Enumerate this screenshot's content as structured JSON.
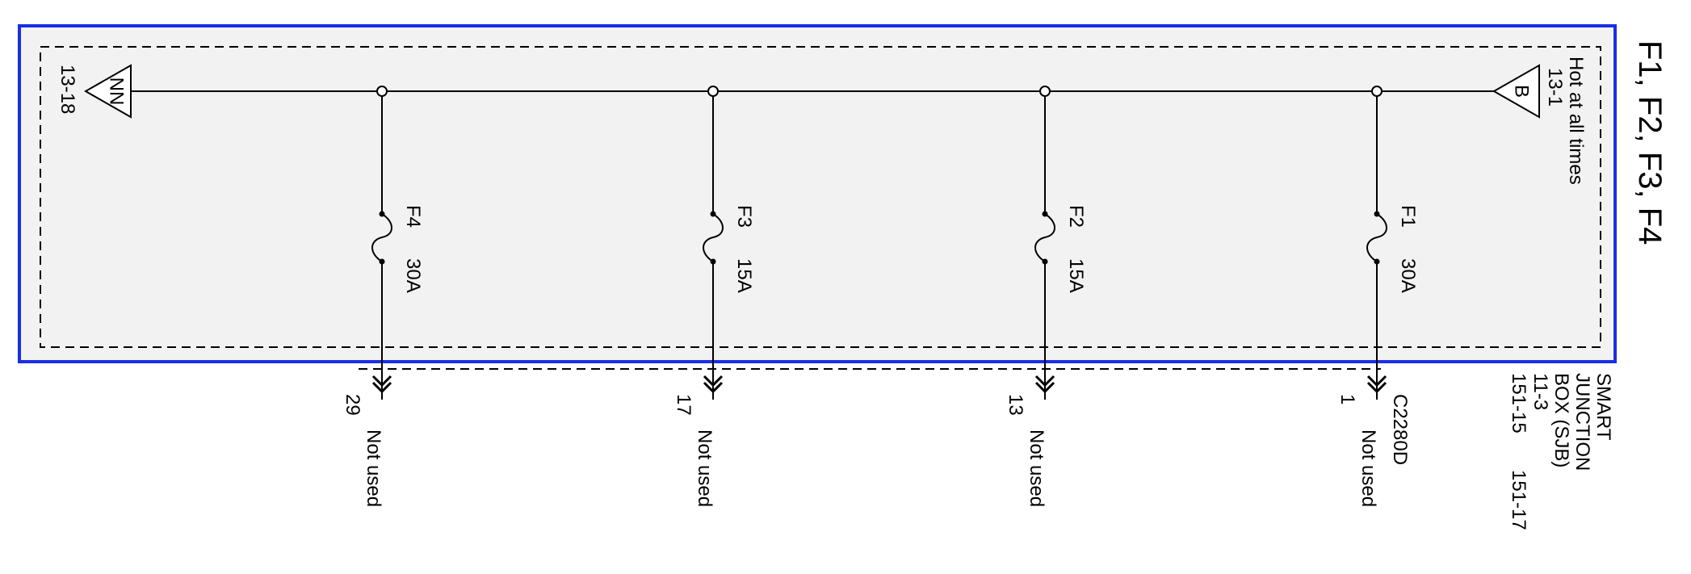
{
  "title": "F1, F2, F3, F4",
  "module": {
    "name_lines": [
      "SMART",
      "JUNCTION",
      "BOX (SJB)",
      "11-3"
    ],
    "page_refs": [
      "151-15",
      "151-17"
    ]
  },
  "power_source": {
    "left": {
      "ref": "13-18",
      "flag": "NN"
    },
    "right": {
      "ref": "13-1",
      "flag": "B",
      "note": "Hot at all times"
    }
  },
  "connector": "C2280D",
  "fuses": [
    {
      "name": "F4",
      "rating": "30A",
      "pin": "29",
      "destination": "Not used"
    },
    {
      "name": "F3",
      "rating": "15A",
      "pin": "17",
      "destination": "Not used"
    },
    {
      "name": "F2",
      "rating": "15A",
      "pin": "13",
      "destination": "Not used"
    },
    {
      "name": "F1",
      "rating": "30A",
      "pin": "1",
      "destination": "Not used"
    }
  ],
  "colors": {
    "frame": "#1a2ee6",
    "panel": "#f2f2f2",
    "line": "#000000"
  }
}
